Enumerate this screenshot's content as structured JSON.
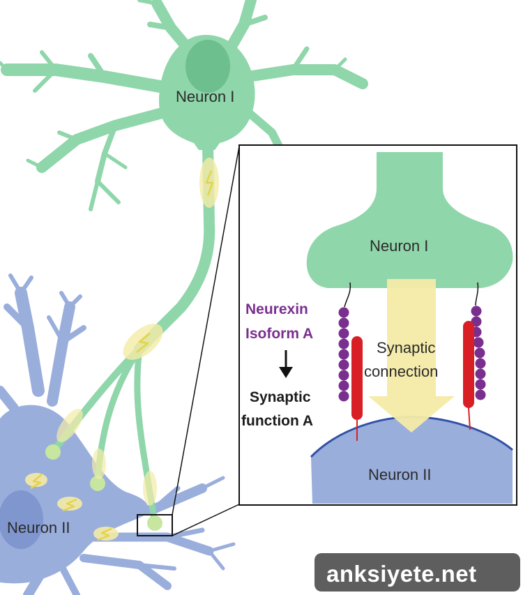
{
  "labels": {
    "neuron1_body": "Neuron I",
    "neuron2_body": "Neuron II",
    "inset_neuron1": "Neuron I",
    "inset_neuron2": "Neuron II",
    "synaptic_connection_line1": "Synaptic",
    "synaptic_connection_line2": "connection",
    "neurexin_line1": "Neurexin",
    "neurexin_line2": "Isoform A",
    "function_line1": "Synaptic",
    "function_line2": "function A"
  },
  "watermark": "anksiyete.net",
  "colors": {
    "neuron1_fill": "#8fd6aa",
    "neuron1_nucleus": "#6dbf8d",
    "neuron2_fill": "#9aaedc",
    "neuron2_nucleus": "#7f96cf",
    "neuron2_stroke": "#3150a6",
    "signal_yellow": "#f4eba6",
    "neurexin_purple": "#7a2f8f",
    "ligand_red": "#d91f26",
    "label_purple": "#7a2f8f",
    "watermark_bg": "#4d4d4d"
  }
}
